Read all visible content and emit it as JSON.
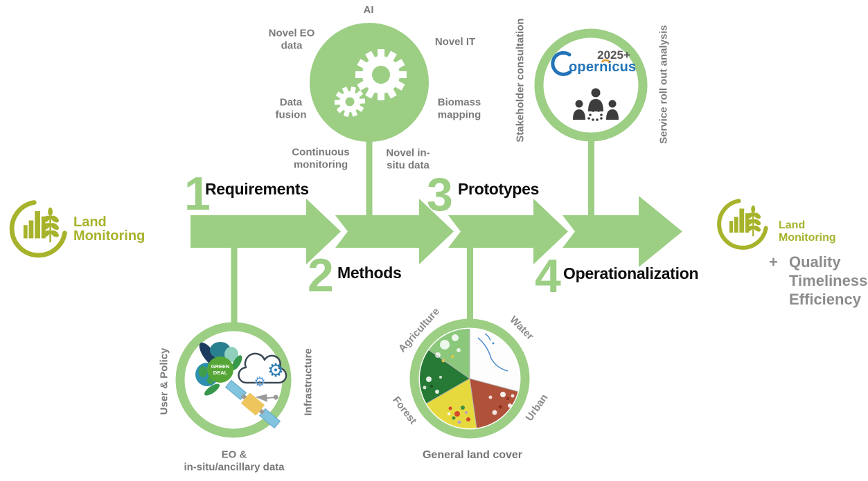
{
  "colors": {
    "accent_green": "#9cce84",
    "logo_olive": "#a6b32b",
    "label_gray": "#7a7a7a",
    "stage_black": "#0d0d0d",
    "copernicus_blue": "#2273b8",
    "copernicus_orange": "#e8a13b",
    "icon_dark": "#3d3d3d",
    "green_deal_green": "#55a636"
  },
  "brand": {
    "line1": "Land",
    "line2": "Monitoring"
  },
  "stages": [
    {
      "number": "1",
      "label": "Requirements"
    },
    {
      "number": "2",
      "label": "Methods"
    },
    {
      "number": "3",
      "label": "Prototypes"
    },
    {
      "number": "4",
      "label": "Operationalization"
    }
  ],
  "gear_circle": {
    "ai": "AI",
    "novel_eo": [
      "Novel EO",
      "data"
    ],
    "novel_it": "Novel IT",
    "data_fusion": [
      "Data",
      "fusion"
    ],
    "biomass": [
      "Biomass",
      "mapping"
    ],
    "continuous": [
      "Continuous",
      "monitoring"
    ],
    "novel_insitu": [
      "Novel in-",
      "situ data"
    ]
  },
  "copernicus_circle": {
    "left_label": "Stakeholder consultation",
    "right_label": "Service roll out analysis",
    "logo_text": "opernicus",
    "year": "2025+"
  },
  "eo_circle": {
    "left_label": "User & Policy",
    "right_label": "Infrastructure",
    "green_deal": [
      "GREEN",
      "DEAL"
    ],
    "caption": [
      "EO &",
      "in-situ/ancillary data"
    ]
  },
  "landcover_circle": {
    "agriculture": "Agriculture",
    "water": "Water",
    "forest": "Forest",
    "urban": "Urban",
    "caption": "General land cover"
  },
  "outcome": {
    "plus": "+",
    "items": [
      "Quality",
      "Timeliness",
      "Efficiency"
    ]
  }
}
